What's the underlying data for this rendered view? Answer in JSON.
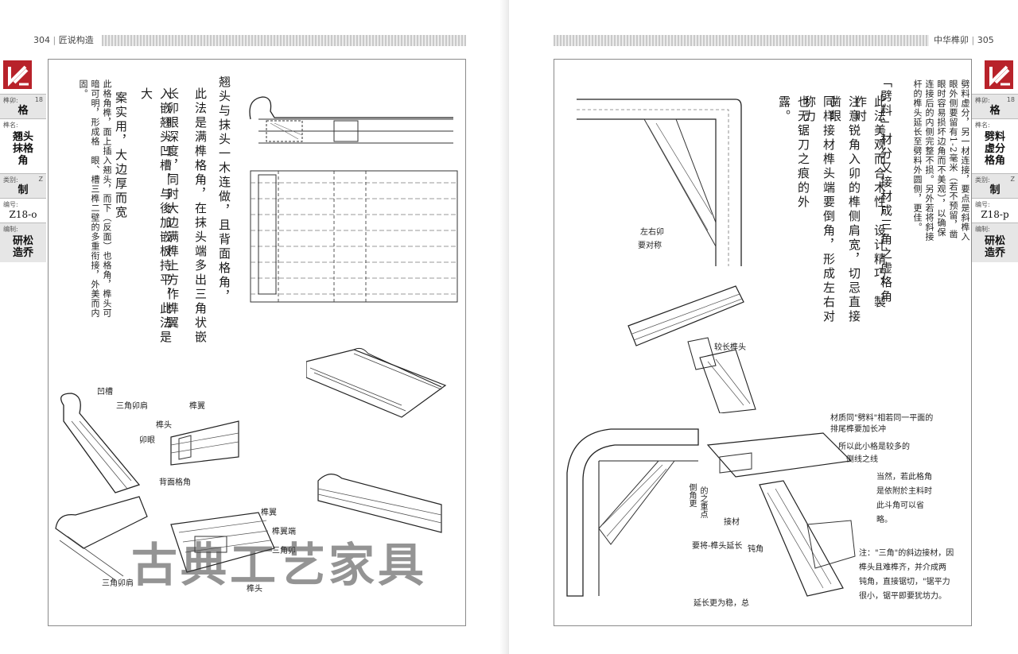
{
  "left_page": {
    "page_number": "304",
    "section_title": "匠说构造",
    "sidebar": {
      "mortise_label": "榫卯:",
      "mortise_number": "18",
      "category_main": "格",
      "name_label": "榫名:",
      "name": "翘头抹格角",
      "type_label": "类别:",
      "type_code": "Z",
      "type_value": "制",
      "code_label": "编号:",
      "code": "Z18-o",
      "author_label": "编制:",
      "author": "研松造乔"
    },
    "printed_text": "此格角榫，面上插入翘头，而下（反面）也格角，榫头可暗可明，形成格　眼、槽三榫二壁的多重衔接，外美而内固。",
    "handwritten_text": [
      "翘头与抹头一木连做，且背面格角，",
      "此法是满榫格角，在抹头端多出三角状嵌",
      "长卯眼深度，同时大边满榫上方作榫翼",
      "入嵌翘头凹槽，与後加嵌板持平，此法是大",
      "案实用，大边厚而宽"
    ],
    "annotations": {
      "groove": "凹槽",
      "triangle_tenon": "三角卯肩",
      "mortise_eye": "卯眼",
      "tenon_head": "榫头",
      "tenon_wing": "榫翼",
      "back_miter": "背面格角",
      "wing_label": "榫翼",
      "wing_end": "榫翼端",
      "head_note": "三角卯",
      "tenon_head2": "榫头",
      "triangle_tenon2": "三角卯肩"
    },
    "watermark": "古典工艺家具"
  },
  "right_page": {
    "page_number": "305",
    "section_title": "中华榫卯",
    "sidebar": {
      "mortise_label": "榫卯:",
      "mortise_number": "18",
      "category_main": "格",
      "name_label": "榫名:",
      "name": "劈料虚分格角",
      "type_label": "类别:",
      "type_code": "Z",
      "type_value": "制",
      "code_label": "编号:",
      "code": "Z18-p",
      "author_label": "编制:",
      "author": "研松造乔"
    },
    "printed_text": "劈料虚分，另一材连接，要点是斜榫入眼外侧要留有1-2毫米（若不预留，凿眼时容易损坏边角而不美观），以确保连接后的内侧完整不损。另外若将斜接杆的榫头延长至劈料外圆侧，更佳。",
    "handwritten_text": [
      "「劈料」材分又接材成三角之虚格角",
      "此法美观而合木性，设计精巧，製作时",
      "注意锐角入卯的榫侧肩宽，切忌直接凿眼",
      "同样接材榫头端要倒角，形成左右对称力",
      "也无锯刀之痕的外露。"
    ],
    "annotations": {
      "left_right": "左右卯",
      "match": "要对称",
      "long_tenon": "较长榫头",
      "note1": "材质同\"劈料\"相若同一平面的",
      "note2": "排尾榫要加长冲",
      "note3": "所以此小格是较多的",
      "note4": "侧线之线",
      "chamfer": "倒角更",
      "chamfer2": "的之重点",
      "joint_material": "接材",
      "obtuse": "钝角",
      "extend": "要将-榫头延长",
      "when": "当然，若此格角",
      "when2": "是依附於主料时",
      "when3": "此斗角可以省",
      "when4": "略。",
      "bottom1": "注：\"三角\"的斜边接材，因",
      "bottom2": "榫头且难榫齐，并介成两",
      "bottom3": "钝角，直接锯切，\"锯平力",
      "bottom4": "很小，锯平即要犹坊力。",
      "bottom_left": "延长更为稳，总"
    }
  },
  "colors": {
    "logo_red": "#b8222a",
    "frame_border": "#8a8a8a",
    "sidebar_gray": "#e6e6e6"
  }
}
